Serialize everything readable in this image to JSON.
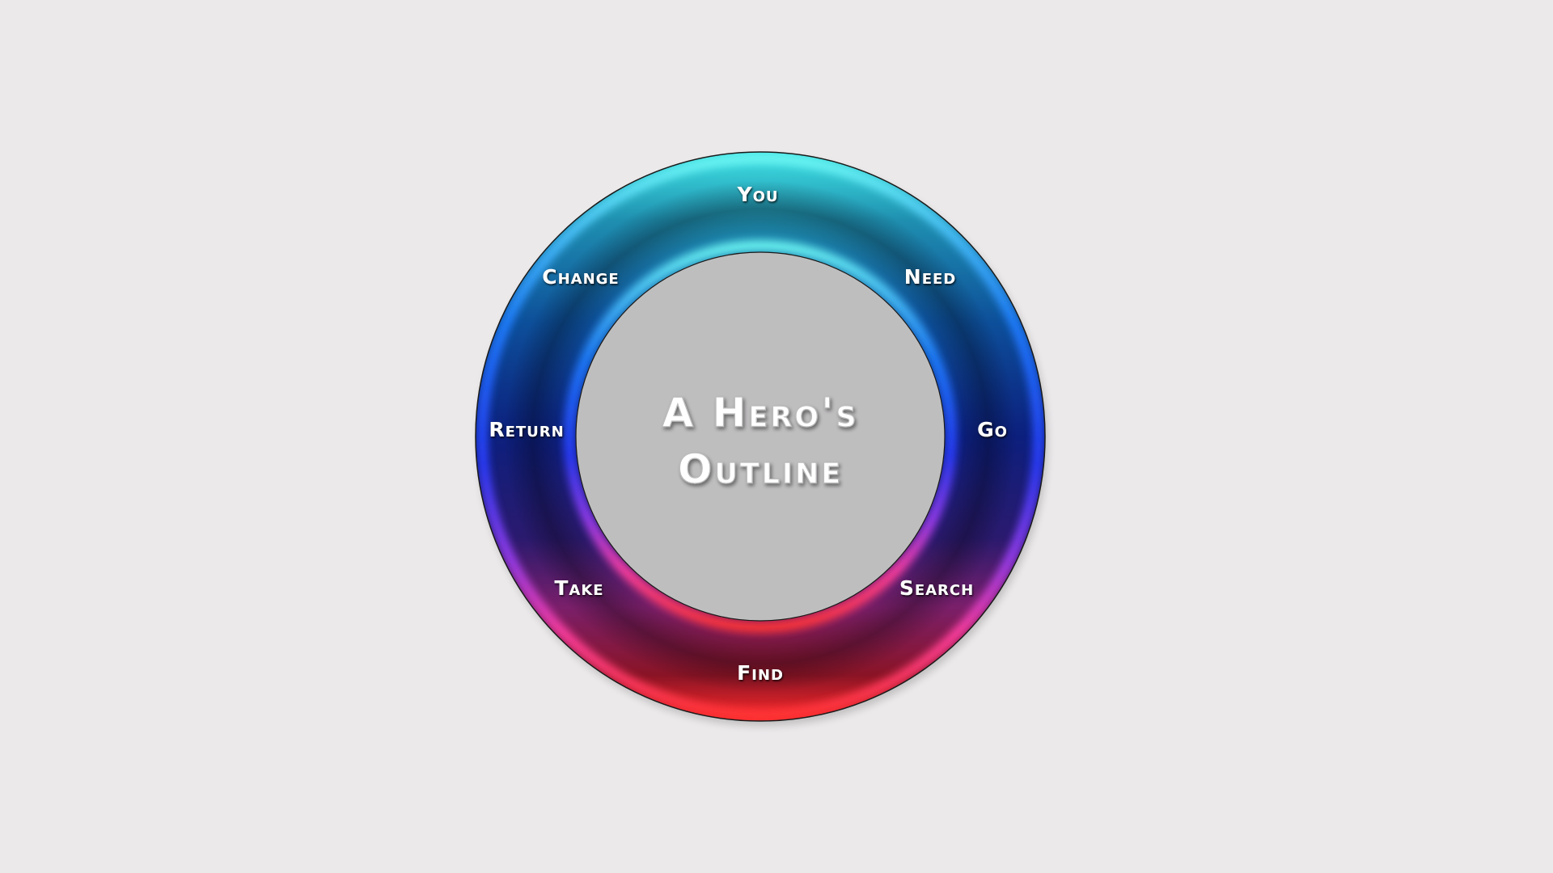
{
  "diagram": {
    "title_line1": "A Hero's",
    "title_line2": "Outline",
    "stages": [
      {
        "label": "You"
      },
      {
        "label": "Need"
      },
      {
        "label": "Go"
      },
      {
        "label": "Search"
      },
      {
        "label": "Find"
      },
      {
        "label": "Take"
      },
      {
        "label": "Return"
      },
      {
        "label": "Change"
      }
    ]
  },
  "colors": {
    "background": "#ebe9ea",
    "ring_top": "#35d6dc",
    "ring_upper": "#1a6fe6",
    "ring_middle": "#10207a",
    "ring_lower": "#c0308f",
    "ring_bottom": "#e8202c"
  }
}
